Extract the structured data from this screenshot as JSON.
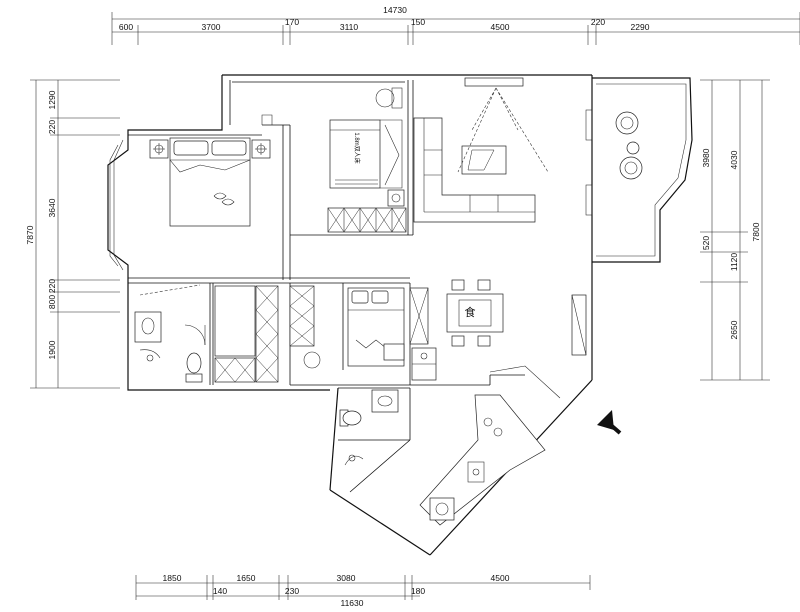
{
  "dimensions": {
    "top_total": "14730",
    "top": [
      "600",
      "3700",
      "170",
      "3110",
      "150",
      "4500",
      "220",
      "2290"
    ],
    "bottom": [
      "1850",
      "1650",
      "3080",
      "4500"
    ],
    "bottom_small": [
      "140",
      "230",
      "180"
    ],
    "bottom_total": "11630",
    "left_total": "7870",
    "left": [
      "1290",
      "220",
      "3640",
      "220",
      "800",
      "1900"
    ],
    "right_inner": [
      "3980",
      "520",
      "1120",
      "2650"
    ],
    "right_outer": [
      "4030",
      "7800"
    ]
  },
  "labels": {
    "bed_label": "1.8m双人床",
    "dining_mark": "食",
    "north_arrow": "north-arrow"
  }
}
